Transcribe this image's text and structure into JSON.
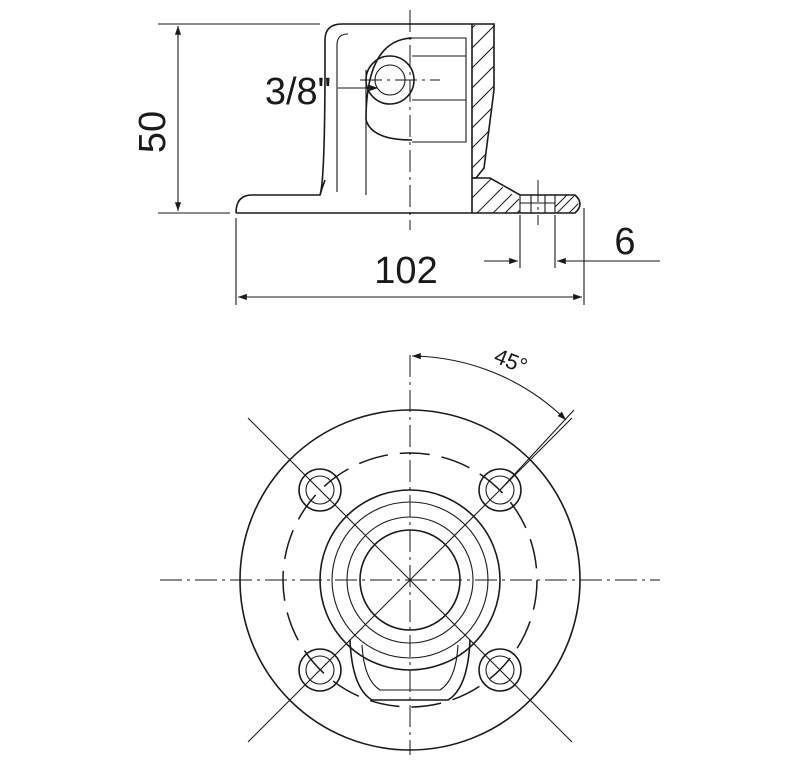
{
  "side_view": {
    "height_label": "50",
    "width_label": "102",
    "thickness_label": "6",
    "thread_label": "3/8\""
  },
  "top_view": {
    "angle_label": "45°"
  },
  "colors": {
    "line": "#1a1a1a",
    "background": "#ffffff"
  }
}
